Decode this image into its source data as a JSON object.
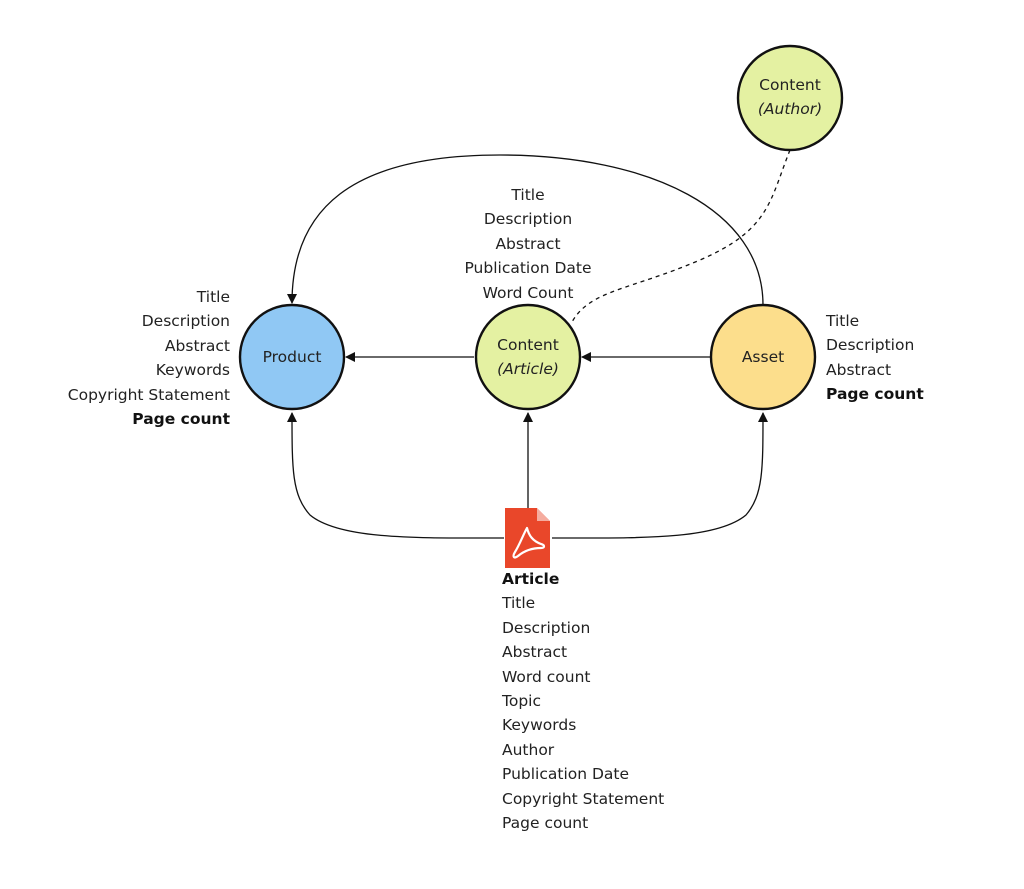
{
  "nodes": {
    "product": {
      "label": "Product",
      "color": "#90C8F4"
    },
    "content_article": {
      "label": "Content",
      "sublabel": "(Article)",
      "color": "#E4F1A2"
    },
    "asset": {
      "label": "Asset",
      "color": "#FCDE8C"
    },
    "content_author": {
      "label": "Content",
      "sublabel": "(Author)",
      "color": "#E4F1A2"
    }
  },
  "fields": {
    "product": {
      "items": [
        "Title",
        "Description",
        "Abstract",
        "Keywords",
        "Copyright Statement"
      ],
      "emphasis": "Page count"
    },
    "content_article": {
      "items": [
        "Title",
        "Description",
        "Abstract",
        "Publication Date",
        "Word Count"
      ]
    },
    "asset": {
      "items": [
        "Title",
        "Description",
        "Abstract"
      ],
      "emphasis": "Page count"
    },
    "article": {
      "heading": "Article",
      "items": [
        "Title",
        "Description",
        "Abstract",
        "Word count",
        "Topic",
        "Keywords",
        "Author",
        "Publication Date",
        "Copyright Statement",
        "Page count"
      ]
    }
  },
  "icons": {
    "pdf": {
      "name": "pdf-file-icon",
      "color": "#E9472A"
    }
  },
  "colors": {
    "stroke": "#111111"
  }
}
